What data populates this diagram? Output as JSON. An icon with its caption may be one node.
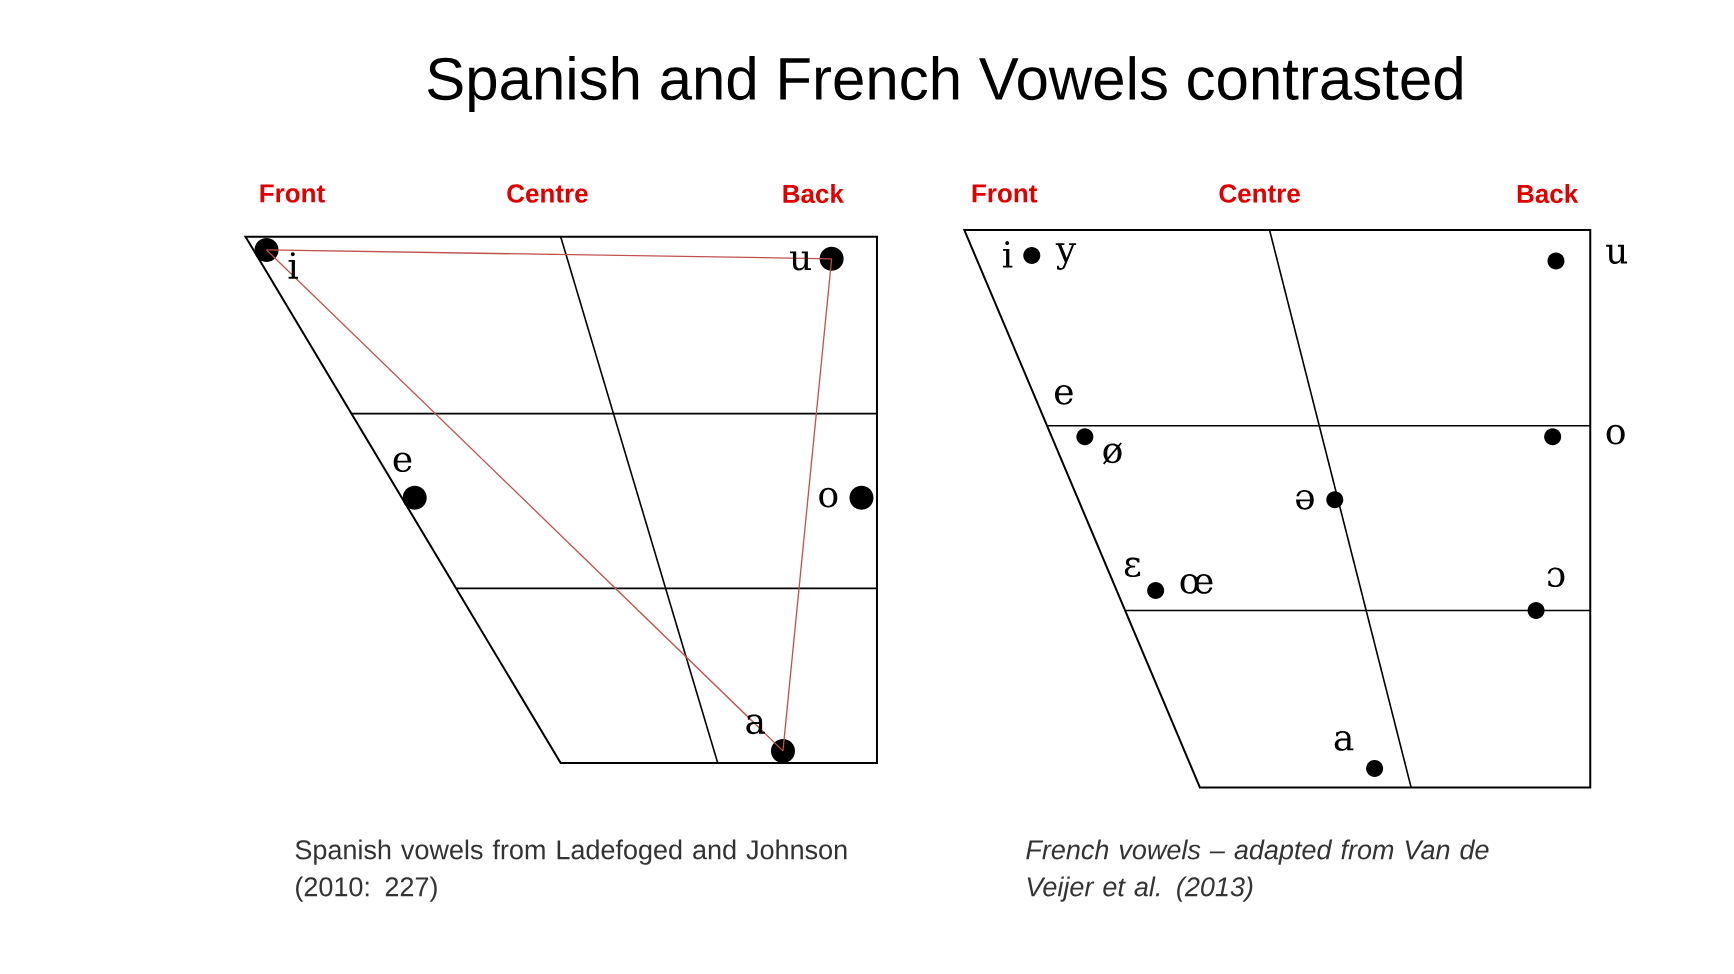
{
  "diagram": {
    "title": "Spanish and French Vowels contrasted",
    "nodes": [
      {
        "text": [],
        "shape": "circle"
      },
      {
        "text": [],
        "shape": "circle"
      },
      {
        "text": [],
        "shape": "circle"
      },
      {
        "text": [],
        "shape": "circle"
      },
      {
        "text": [],
        "shape": "circle"
      },
      {
        "text": [],
        "shape": "circle"
      },
      {
        "text": [],
        "shape": "circle"
      },
      {
        "text": [],
        "shape": "circle"
      },
      {
        "text": [],
        "shape": "circle"
      },
      {
        "text": [],
        "shape": "circle"
      },
      {
        "text": [],
        "shape": "circle"
      },
      {
        "text": [],
        "shape": "circle"
      },
      {
        "text": [],
        "shape": "circle"
      }
    ],
    "edges": [
      {
        "from": 0,
        "to": 1,
        "arrow": "none"
      },
      {
        "from": 1,
        "to": 4,
        "arrow": "none"
      },
      {
        "from": 4,
        "to": 0,
        "arrow": "none"
      }
    ],
    "labels": [
      "Front",
      "Centre",
      "Back",
      "Front",
      "Centre",
      "Back",
      "i",
      "u",
      "e",
      "o",
      "a",
      "i",
      "y",
      "u",
      "e",
      "ø",
      "o",
      "ə",
      "ɛ",
      "œ",
      "ɔ",
      "a",
      "Spanish vowels from Ladefoged and Johnson (2010: 227)",
      "French vowels – adapted from Van de Veijer et al. (2013)"
    ]
  }
}
